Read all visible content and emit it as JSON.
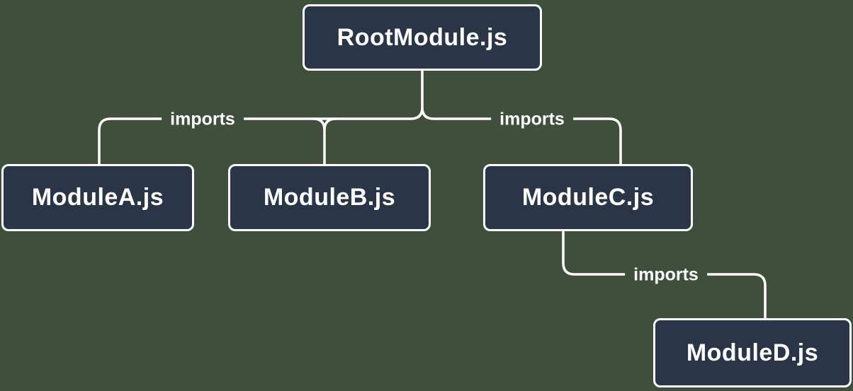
{
  "diagram": {
    "type": "module-dependency-tree",
    "nodes": [
      {
        "id": "root",
        "label": "RootModule.js"
      },
      {
        "id": "a",
        "label": "ModuleA.js"
      },
      {
        "id": "b",
        "label": "ModuleB.js"
      },
      {
        "id": "c",
        "label": "ModuleC.js"
      },
      {
        "id": "d",
        "label": "ModuleD.js"
      }
    ],
    "edges": [
      {
        "from": "RootModule.js",
        "to": "ModuleA.js / ModuleB.js",
        "label": "imports"
      },
      {
        "from": "RootModule.js",
        "to": "ModuleC.js",
        "label": "imports"
      },
      {
        "from": "ModuleC.js",
        "to": "ModuleD.js",
        "label": "imports"
      }
    ],
    "colors": {
      "background": "#404E3C",
      "node_fill": "#2A3647",
      "node_border": "#FFFFFF",
      "node_text": "#FFFFFF",
      "line": "#FFFFFF",
      "edge_label_text": "#FFFFFF"
    }
  }
}
